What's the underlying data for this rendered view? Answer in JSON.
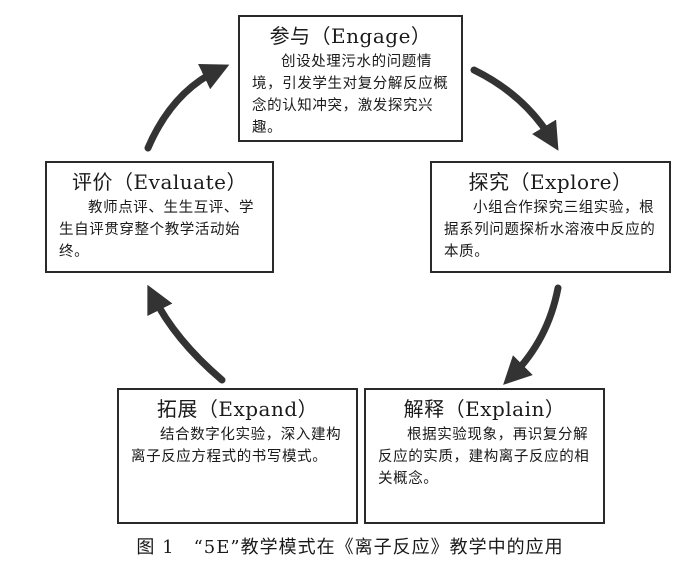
{
  "boxes": {
    "engage": {
      "title": "参与（Engage）",
      "body": "创设处理污水的问题情境，引发学生对复分解反应概念的认知冲突，激发探究兴趣。"
    },
    "explore": {
      "title": "探究（Explore）",
      "body": "小组合作探究三组实验，根据系列问题探析水溶液中反应的本质。"
    },
    "explain": {
      "title": "解释（Explain）",
      "body": "根据实验现象，再识复分解反应的实质，建构离子反应的相关概念。"
    },
    "expand": {
      "title": "拓展（Expand）",
      "body": "结合数字化实验，深入建构离子反应方程式的书写模式。"
    },
    "evaluate": {
      "title": "评价（Evaluate）",
      "body": "教师点评、生生互评、学生自评贯穿整个教学活动始终。"
    }
  },
  "caption": "图 1　“5E”教学模式在《离子反应》教学中的应用",
  "colors": {
    "arrow": "#333333",
    "border": "#2a2a2a"
  }
}
